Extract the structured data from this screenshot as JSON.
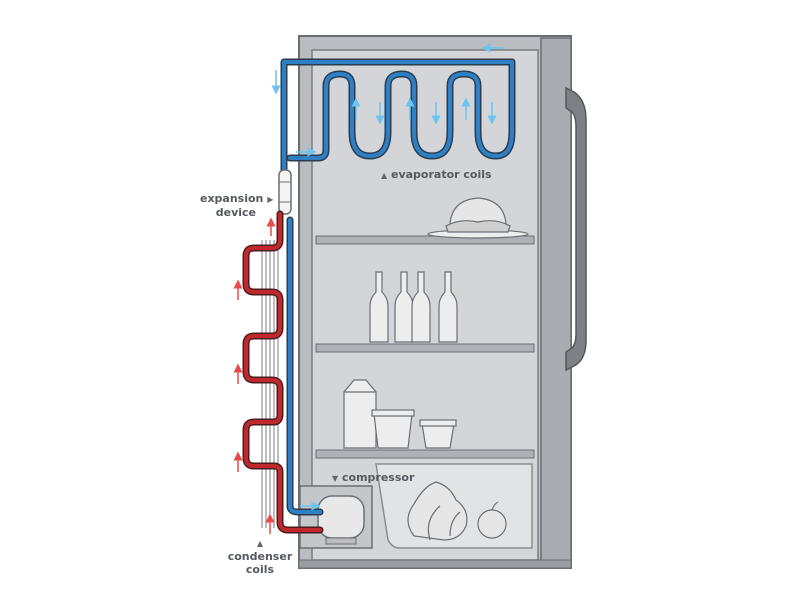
{
  "labels": {
    "evaporator": "evaporator coils",
    "expansion_line1": "expansion",
    "expansion_line2": "device",
    "compressor": "compressor",
    "condenser_line1": "condenser",
    "condenser_line2": "coils"
  },
  "colors": {
    "cold_pipe": "#2e7fc4",
    "hot_pipe": "#c0282e",
    "arrow_cold": "#6ec4ee",
    "arrow_hot": "#e84a4a",
    "cabinet": "#b9bcc0",
    "interior": "#d3d5d8",
    "shelf": "#aeb1b5",
    "item_fill": "#ededed",
    "outline": "#6b6f74"
  },
  "icons": {
    "marker": "triangle-pointer-icon",
    "flow": "flow-arrow-icon"
  }
}
